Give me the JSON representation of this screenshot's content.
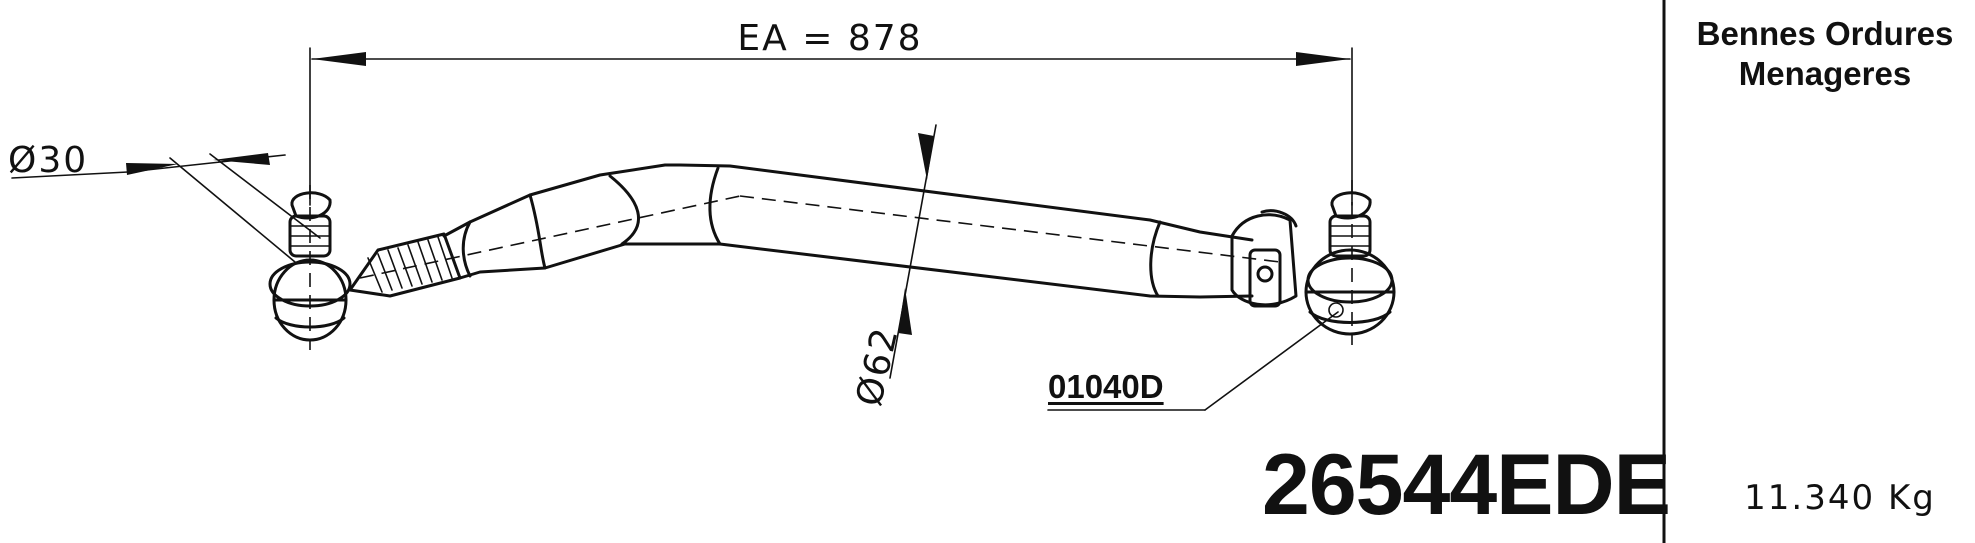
{
  "dimensions": {
    "length_label": "EA = 878",
    "ball_diameter_label": "Ø30",
    "tube_diameter_label": "Ø62"
  },
  "callout": {
    "ref_code": "01040D"
  },
  "part_number": "26544EDE",
  "side_panel": {
    "title_line1": "Bennes Ordures",
    "title_line2": "Menageres",
    "weight": "11.340 Kg"
  }
}
